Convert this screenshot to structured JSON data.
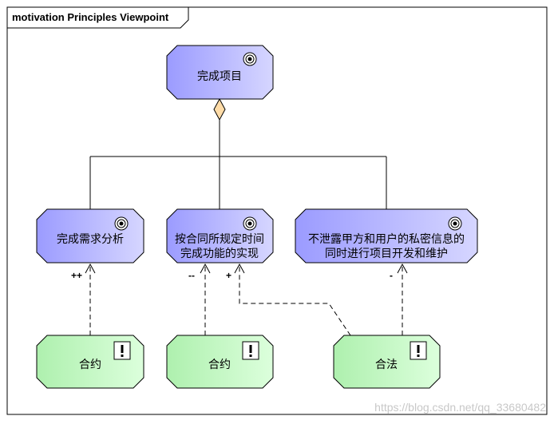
{
  "frame": {
    "title": "motivation Principles Viewpoint"
  },
  "goals": {
    "top": "完成项目",
    "left": "完成需求分析",
    "middle_line1": "按合同所规定时间",
    "middle_line2": "完成功能的实现",
    "right_line1": "不泄露甲方和用户的私密信息的",
    "right_line2": "同时进行项目开发和维护"
  },
  "principles": {
    "left": "合约",
    "middle": "合约",
    "right": "合法"
  },
  "influences": {
    "left": "++",
    "middle_a": "--",
    "middle_b": "+",
    "right": "-"
  },
  "colors": {
    "goal_fill": "#b3b3ff",
    "principle_fill": "#ccffcc"
  },
  "watermark": "https://blog.csdn.net/qq_33680482"
}
